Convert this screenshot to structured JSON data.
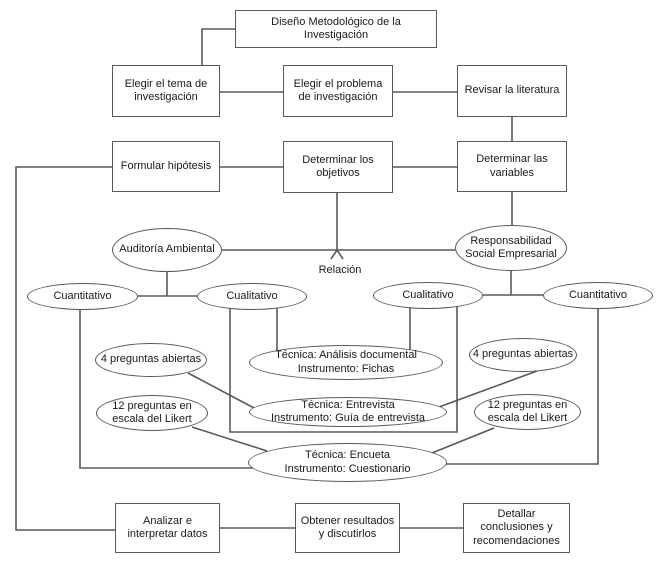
{
  "canvas": {
    "background": "#ffffff",
    "line_color": "#595959",
    "text_color": "#1a1a1a"
  },
  "nodes": {
    "diseno": {
      "line1": "Diseño Metodológico de la",
      "line2": "Investigación"
    },
    "tema": {
      "line1": "Elegir el tema de",
      "line2": "investigación"
    },
    "problema": {
      "line1": "Elegir el problema",
      "line2": "de investigación"
    },
    "literatura": {
      "line1": "Revisar la literatura"
    },
    "hipotesis": {
      "line1": "Formular hipótesis"
    },
    "objetivos": {
      "line1": "Determinar los",
      "line2": "objetivos"
    },
    "variables": {
      "line1": "Determinar las",
      "line2": "variables"
    },
    "auditoria": {
      "line1": "Auditoría Ambiental"
    },
    "rse": {
      "line1": "Responsabilidad",
      "line2": "Social Empresarial"
    },
    "relacion": {
      "line1": "Relación"
    },
    "cuantitativo": {
      "line1": "Cuantitativo"
    },
    "cualitativo": {
      "line1": "Cualitativo"
    },
    "preguntas_abiertas": {
      "line1": "4 preguntas abiertas"
    },
    "likert": {
      "line1": "12 preguntas en",
      "line2": "escala del Likert"
    },
    "analisis_documental": {
      "line1": "Técnica: Análisis documental",
      "line2": "Instrumento: Fichas"
    },
    "entrevista": {
      "line1": "Técnica: Entrevista",
      "line2": "Instrumento: Guía de entrevista"
    },
    "encuesta": {
      "line1": "Técnica: Encueta",
      "line2": "Instrumento: Cuestionario"
    },
    "analizar": {
      "line1": "Analizar e",
      "line2": "interpretar datos"
    },
    "obtener": {
      "line1": "Obtener resultados",
      "line2": "y discutirlos"
    },
    "detallar": {
      "line1": "Detallar",
      "line2": "conclusiones y",
      "line3": "recomendaciones"
    }
  }
}
